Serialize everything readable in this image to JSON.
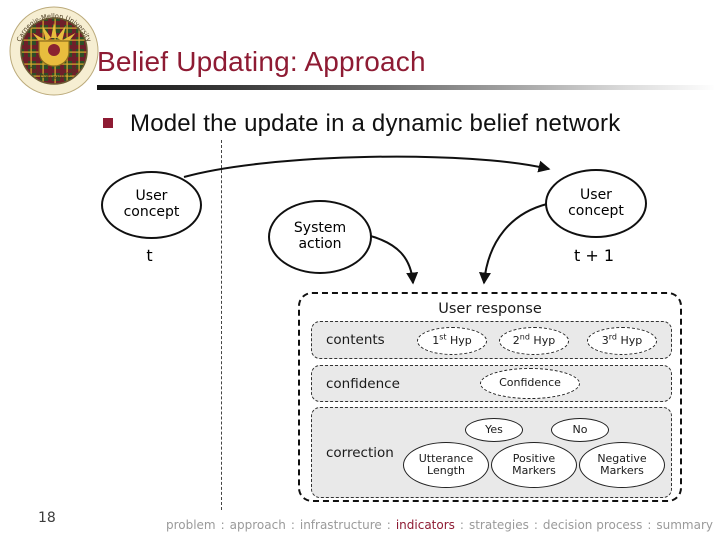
{
  "slide": {
    "title": "Belief Updating: Approach",
    "bullet_text": "Model the update in a dynamic belief network"
  },
  "logo": {
    "ring_top": "Carnegie-Mellon University",
    "ring_bottom": "PENNSYLVANIA 1900"
  },
  "diagram": {
    "nodes": [
      {
        "id": "user-concept-t",
        "line1": "User",
        "line2": "concept",
        "time": "t"
      },
      {
        "id": "system-action",
        "line1": "System",
        "line2": "action"
      },
      {
        "id": "user-concept-t1",
        "line1": "User",
        "line2": "concept",
        "time": "t + 1"
      }
    ],
    "user_response": {
      "title": "User response",
      "contents_label": "contents",
      "confidence_label": "confidence",
      "correction_label": "correction",
      "hyps": [
        {
          "num": "1",
          "ord": "st",
          "rest": " Hyp"
        },
        {
          "num": "2",
          "ord": "nd",
          "rest": " Hyp"
        },
        {
          "num": "3",
          "ord": "rd",
          "rest": " Hyp"
        }
      ],
      "confidence_ellipse": "Confidence",
      "yes": "Yes",
      "no": "No",
      "utterance_line1": "Utterance",
      "utterance_line2": "Length",
      "positive_line1": "Positive",
      "positive_line2": "Markers",
      "negative_line1": "Negative",
      "negative_line2": "Markers"
    }
  },
  "footer": {
    "page_number": "18",
    "separator": ":",
    "items": [
      {
        "label": "problem"
      },
      {
        "label": "approach"
      },
      {
        "label": "infrastructure"
      },
      {
        "label": "indicators",
        "active": true
      },
      {
        "label": "strategies"
      },
      {
        "label": "decision process"
      },
      {
        "label": "summary"
      }
    ]
  },
  "colors": {
    "accent_crimson": "#8e1b33",
    "footer_gray": "#9a9a9a",
    "row_gray": "#e9e9e9"
  }
}
